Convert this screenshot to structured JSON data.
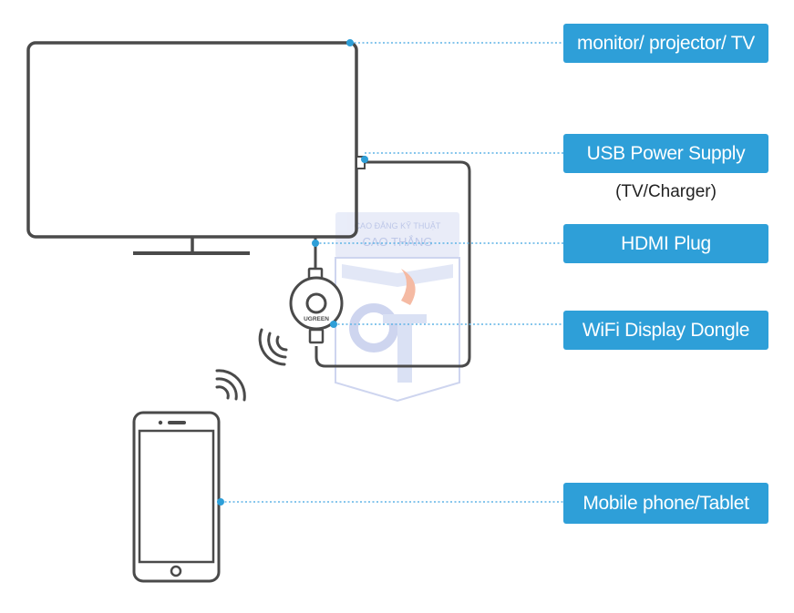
{
  "labels": {
    "display": "monitor/ projector/ TV",
    "power": "USB Power Supply",
    "power_note": "(TV/Charger)",
    "hdmi": "HDMI Plug",
    "dongle": "WiFi Display Dongle",
    "phone": "Mobile phone/Tablet"
  },
  "dongle_brand": "UGREEN",
  "watermark": {
    "line1": "CAO ĐẲNG KỸ THUẬT",
    "line2": "CAO THẮNG"
  },
  "colors": {
    "callout_bg": "#2e9fd8",
    "outline": "#4a4a4a",
    "leader": "#5fb3e6",
    "dot": "#2e9fd8",
    "watermark": "#c9d1ee",
    "watermark_flame": "#f4b39a"
  }
}
